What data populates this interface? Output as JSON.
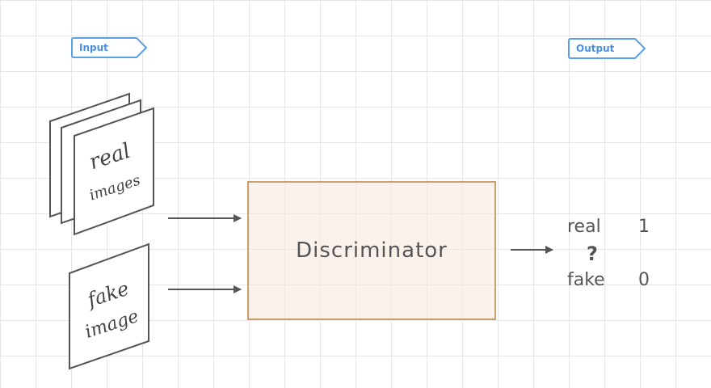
{
  "tags": {
    "input": "Input",
    "output": "Output"
  },
  "inputs": {
    "real_line1": "real",
    "real_line2": "images",
    "fake_line1": "fake",
    "fake_line2": "image"
  },
  "discriminator": {
    "label": "Discriminator"
  },
  "output": {
    "real_label": "real",
    "real_value": "1",
    "question": "?",
    "fake_label": "fake",
    "fake_value": "0"
  },
  "colors": {
    "tag_border": "#5aa0e6",
    "tag_text": "#4a90e2",
    "box_border": "#c9a06b",
    "box_fill": "#f5e8da",
    "ink": "#555555"
  }
}
